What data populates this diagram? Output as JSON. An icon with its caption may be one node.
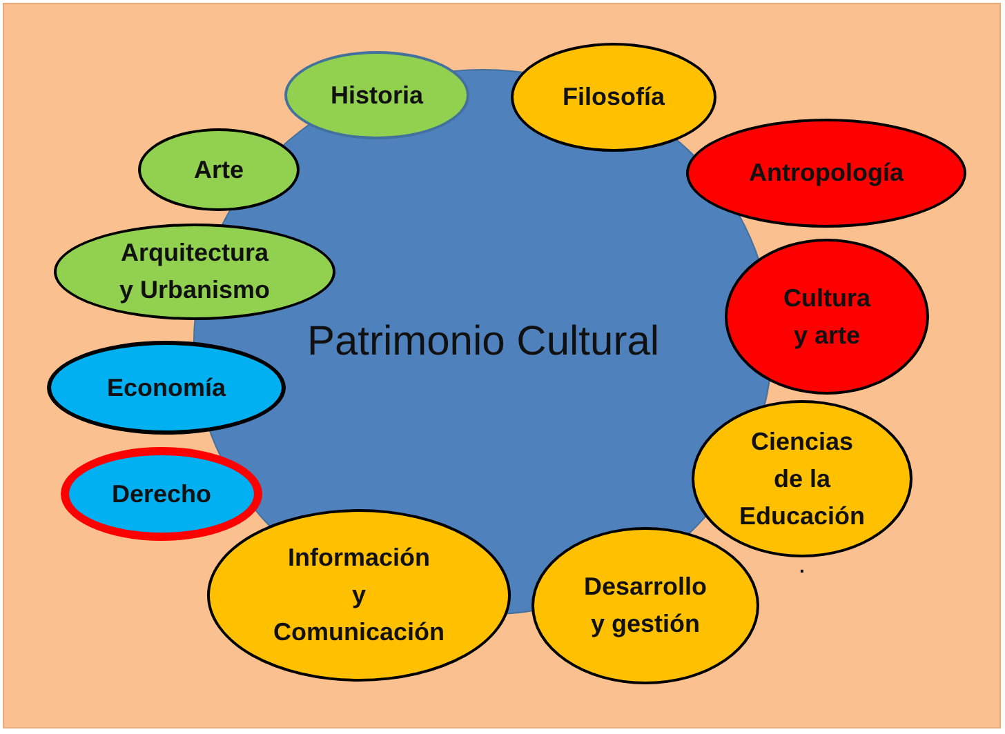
{
  "diagram": {
    "nodes": [
      {
        "text": [
          "Historia"
        ]
      },
      {
        "text": [
          "Filosofía"
        ]
      },
      {
        "text": [
          "Arte"
        ]
      },
      {
        "text": [
          "Antropología"
        ]
      },
      {
        "text": [
          "Arquitectura y Urbanismo"
        ]
      },
      {
        "text": [
          "Cultura y arte"
        ]
      },
      {
        "text": [
          "Patrimonio Cultural"
        ]
      },
      {
        "text": [
          "Economía"
        ]
      },
      {
        "text": [
          "Ciencias de la Educación"
        ],
        "beside": [
          "."
        ]
      },
      {
        "text": [
          "Derecho"
        ]
      },
      {
        "text": [
          "Información y Comunicación"
        ]
      },
      {
        "text": [
          "Desarrollo y gestión"
        ]
      }
    ]
  }
}
